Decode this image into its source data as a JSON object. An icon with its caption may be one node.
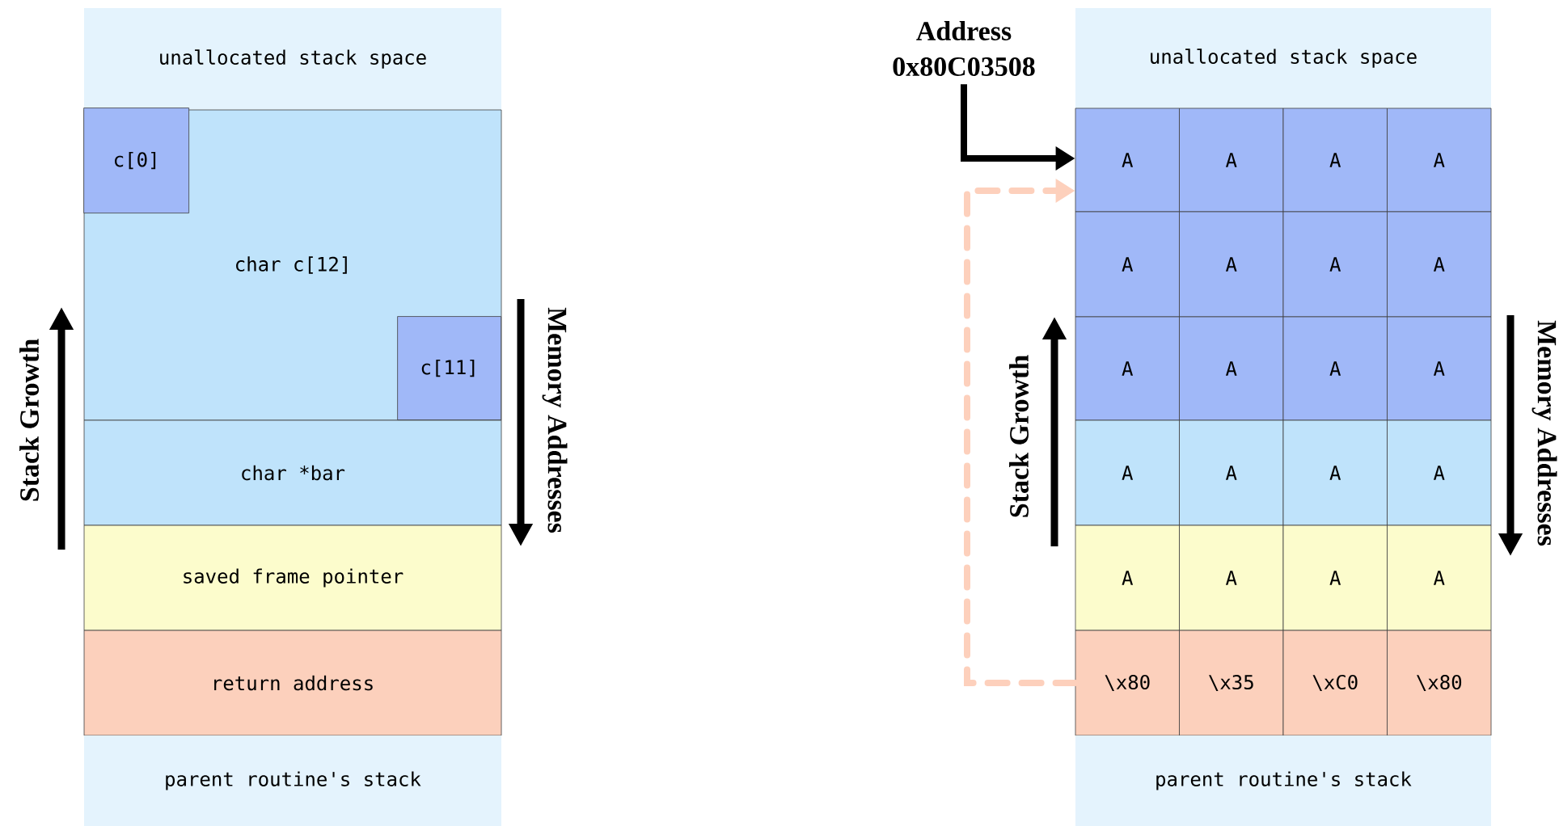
{
  "diagram": {
    "nodes": [
      {
        "text": [
          "unallocated stack space"
        ]
      },
      {
        "text": [
          "char c[12]"
        ]
      },
      {
        "text": [
          "c[0]"
        ],
        "in": 1
      },
      {
        "text": [
          "c[11]"
        ],
        "in": 1
      },
      {
        "text": [
          "char *bar"
        ]
      },
      {
        "text": [
          "saved frame pointer"
        ]
      },
      {
        "text": [
          "return address"
        ]
      },
      {
        "text": [
          "parent routine's stack"
        ]
      },
      {
        "text": [
          "unallocated stack space"
        ]
      },
      {
        "text": [
          "Address",
          "0x80C03508"
        ]
      },
      {
        "text": [
          "A"
        ]
      },
      {
        "text": [
          "A"
        ]
      },
      {
        "text": [
          "A"
        ]
      },
      {
        "text": [
          "A"
        ]
      },
      {
        "text": [
          "A"
        ]
      },
      {
        "text": [
          "A"
        ]
      },
      {
        "text": [
          "A"
        ]
      },
      {
        "text": [
          "A"
        ]
      },
      {
        "text": [
          "A"
        ]
      },
      {
        "text": [
          "A"
        ]
      },
      {
        "text": [
          "A"
        ]
      },
      {
        "text": [
          "A"
        ]
      },
      {
        "text": [
          "A"
        ]
      },
      {
        "text": [
          "A"
        ]
      },
      {
        "text": [
          "A"
        ]
      },
      {
        "text": [
          "A"
        ]
      },
      {
        "text": [
          "A"
        ]
      },
      {
        "text": [
          "A"
        ]
      },
      {
        "text": [
          "A"
        ]
      },
      {
        "text": [
          "A"
        ]
      },
      {
        "text": [
          "\\x80"
        ]
      },
      {
        "text": [
          "\\x35"
        ]
      },
      {
        "text": [
          "\\xC0"
        ]
      },
      {
        "text": [
          "\\x80"
        ]
      },
      {
        "text": [
          "parent routine's stack"
        ]
      }
    ],
    "edges": [
      {
        "from": 9,
        "to": 10,
        "arrow": "to"
      },
      {
        "from": 30,
        "to": 10,
        "arrow": "to",
        "style": "dashed",
        "color": "#fdd0bc"
      }
    ],
    "labels": [
      "Stack Growth",
      "Memory Addresses",
      "Stack Growth",
      "Memory Addresses"
    ]
  }
}
